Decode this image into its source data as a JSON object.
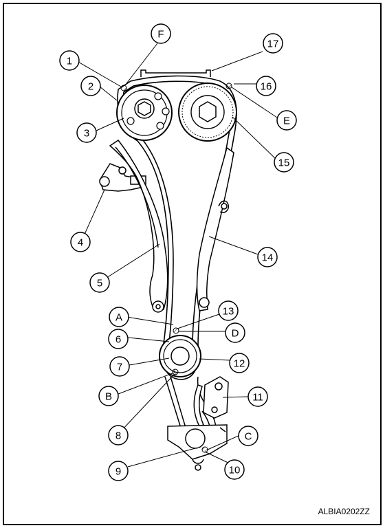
{
  "figure_code": "ALBIA0202ZZ",
  "callouts": {
    "c1": "1",
    "c2": "2",
    "c3": "3",
    "c4": "4",
    "c5": "5",
    "c6": "6",
    "c7": "7",
    "c8": "8",
    "c9": "9",
    "c10": "10",
    "c11": "11",
    "c12": "12",
    "c13": "13",
    "c14": "14",
    "c15": "15",
    "c16": "16",
    "c17": "17",
    "cA": "A",
    "cB": "B",
    "cC": "C",
    "cD": "D",
    "cE": "E",
    "cF": "F"
  }
}
